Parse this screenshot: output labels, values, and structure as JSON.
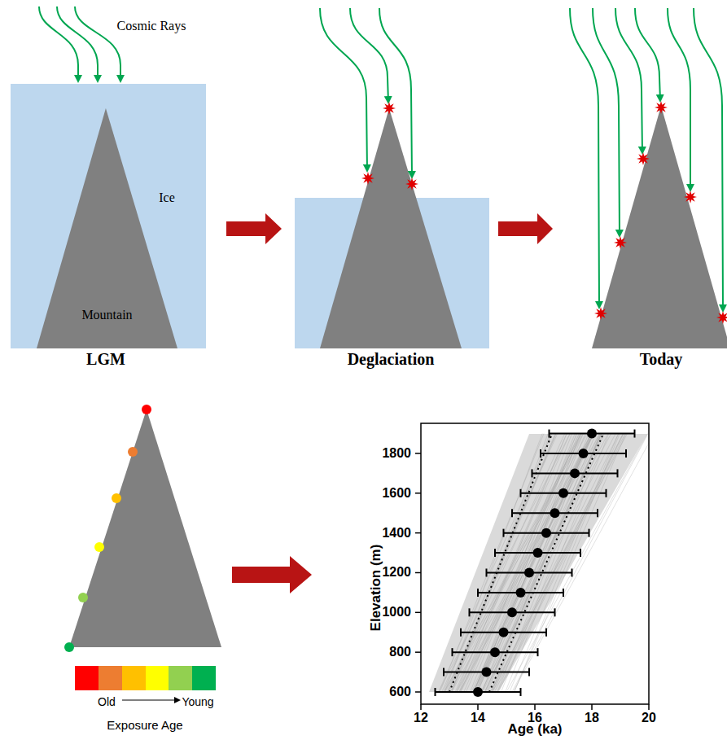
{
  "diagram": {
    "nodes": [
      {
        "text": [
          "Ice"
        ]
      },
      {
        "text": [
          "Mountain"
        ],
        "in": 0
      }
    ],
    "labels": [
      "Cosmic Rays",
      "LGM",
      "Deglaciation",
      "Today",
      "Old",
      "Young",
      "Exposure Age",
      "Elevation (m)",
      "1800",
      "1600",
      "1400",
      "1200",
      "1000",
      "800",
      "600",
      "Age (ka)",
      "12",
      "14",
      "16",
      "18",
      "20"
    ]
  }
}
